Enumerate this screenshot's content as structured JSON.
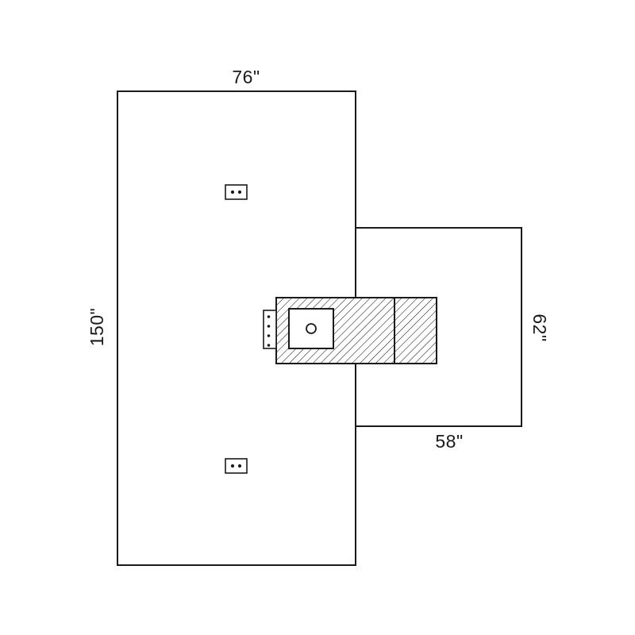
{
  "figure": {
    "colors": {
      "line": "#1a1a1a",
      "background": "#ffffff"
    },
    "labels": {
      "main_width": "76\"",
      "main_height": "150\"",
      "side_height": "62\"",
      "side_width": "58\""
    }
  }
}
